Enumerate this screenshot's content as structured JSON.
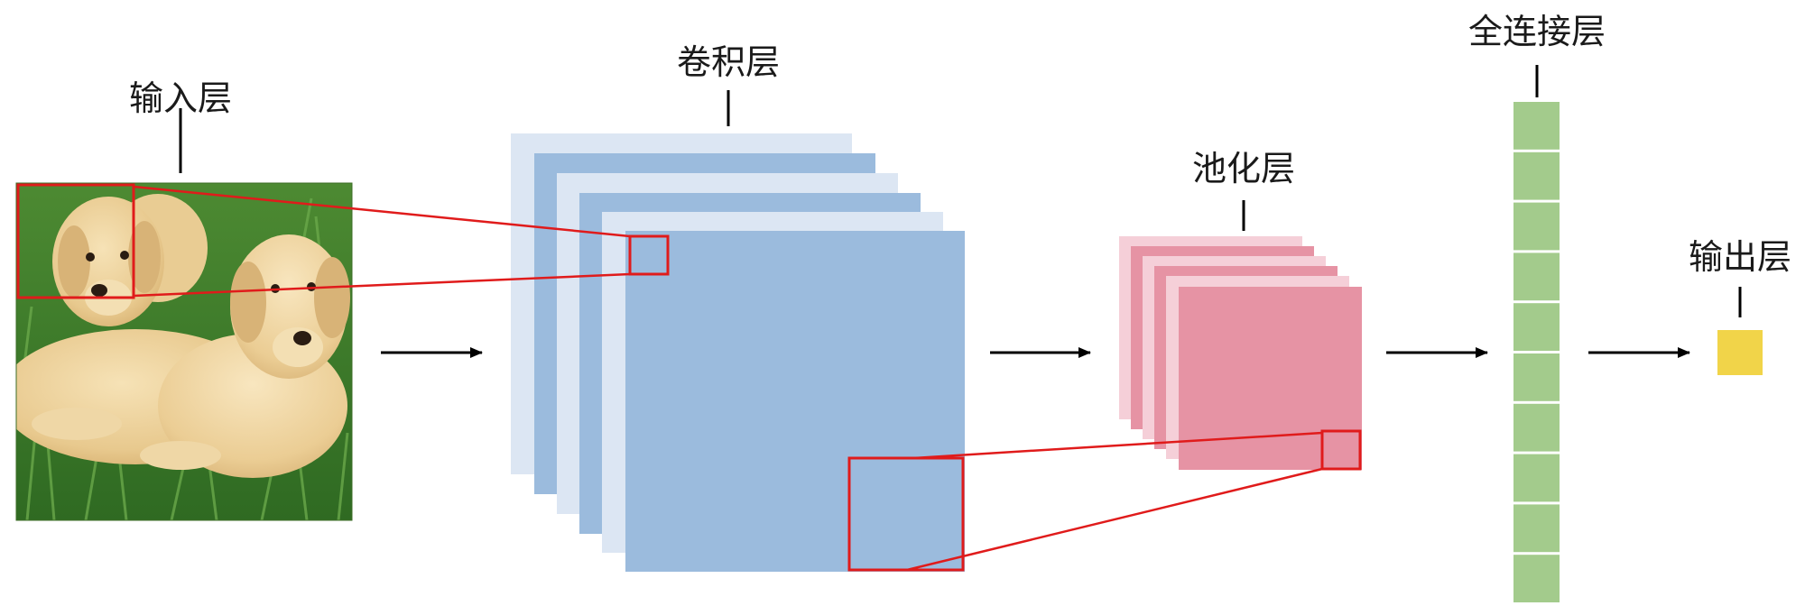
{
  "title": "",
  "labels": {
    "input": "输入层",
    "conv": "卷积层",
    "pool": "池化层",
    "fc": "全连接层",
    "output": "输出层"
  },
  "colors": {
    "conv_dark": "#9bbbdd",
    "conv_light": "#dce6f3",
    "pool_dark": "#e693a4",
    "pool_light": "#f5cfd8",
    "fc": "#a3cb8c",
    "output": "#f1d449",
    "highlight": "#e01b1b",
    "arrow": "#000000"
  },
  "fc_layer": {
    "unit_count": 10
  },
  "icons": {
    "input_image": "two-puppies-photo-icon"
  }
}
